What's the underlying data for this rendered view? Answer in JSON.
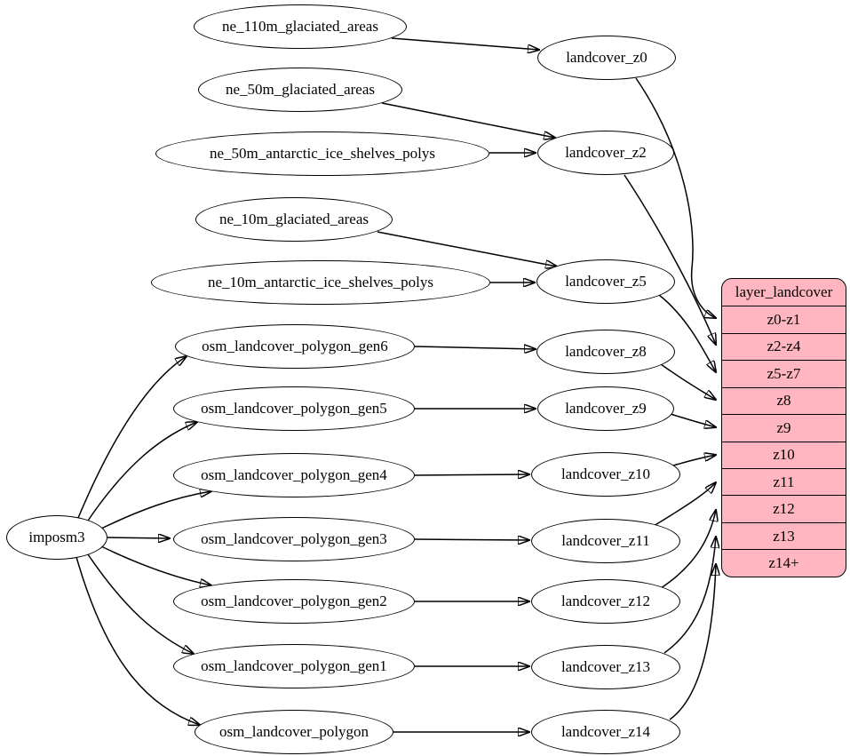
{
  "colors": {
    "background": "#ffffff",
    "node_fill": "#ffffff",
    "node_stroke": "#000000",
    "record_fill": "#ffb6c1",
    "text": "#000000"
  },
  "nodes": {
    "imposm3": {
      "label": "imposm3"
    },
    "ne_110m_glaciated_areas": {
      "label": "ne_110m_glaciated_areas"
    },
    "ne_50m_glaciated_areas": {
      "label": "ne_50m_glaciated_areas"
    },
    "ne_50m_antarctic_ice_shelves_polys": {
      "label": "ne_50m_antarctic_ice_shelves_polys"
    },
    "ne_10m_glaciated_areas": {
      "label": "ne_10m_glaciated_areas"
    },
    "ne_10m_antarctic_ice_shelves_polys": {
      "label": "ne_10m_antarctic_ice_shelves_polys"
    },
    "osm_landcover_polygon_gen6": {
      "label": "osm_landcover_polygon_gen6"
    },
    "osm_landcover_polygon_gen5": {
      "label": "osm_landcover_polygon_gen5"
    },
    "osm_landcover_polygon_gen4": {
      "label": "osm_landcover_polygon_gen4"
    },
    "osm_landcover_polygon_gen3": {
      "label": "osm_landcover_polygon_gen3"
    },
    "osm_landcover_polygon_gen2": {
      "label": "osm_landcover_polygon_gen2"
    },
    "osm_landcover_polygon_gen1": {
      "label": "osm_landcover_polygon_gen1"
    },
    "osm_landcover_polygon": {
      "label": "osm_landcover_polygon"
    },
    "landcover_z0": {
      "label": "landcover_z0"
    },
    "landcover_z2": {
      "label": "landcover_z2"
    },
    "landcover_z5": {
      "label": "landcover_z5"
    },
    "landcover_z8": {
      "label": "landcover_z8"
    },
    "landcover_z9": {
      "label": "landcover_z9"
    },
    "landcover_z10": {
      "label": "landcover_z10"
    },
    "landcover_z11": {
      "label": "landcover_z11"
    },
    "landcover_z12": {
      "label": "landcover_z12"
    },
    "landcover_z13": {
      "label": "landcover_z13"
    },
    "landcover_z14": {
      "label": "landcover_z14"
    }
  },
  "record": {
    "title": "layer_landcover",
    "rows": [
      "z0-z1",
      "z2-z4",
      "z5-z7",
      "z8",
      "z9",
      "z10",
      "z11",
      "z12",
      "z13",
      "z14+"
    ]
  },
  "edges": [
    {
      "from": "ne_110m_glaciated_areas",
      "to": "landcover_z0"
    },
    {
      "from": "ne_50m_glaciated_areas",
      "to": "landcover_z2"
    },
    {
      "from": "ne_50m_antarctic_ice_shelves_polys",
      "to": "landcover_z2"
    },
    {
      "from": "ne_10m_glaciated_areas",
      "to": "landcover_z5"
    },
    {
      "from": "ne_10m_antarctic_ice_shelves_polys",
      "to": "landcover_z5"
    },
    {
      "from": "osm_landcover_polygon_gen6",
      "to": "landcover_z8"
    },
    {
      "from": "osm_landcover_polygon_gen5",
      "to": "landcover_z9"
    },
    {
      "from": "osm_landcover_polygon_gen4",
      "to": "landcover_z10"
    },
    {
      "from": "osm_landcover_polygon_gen3",
      "to": "landcover_z11"
    },
    {
      "from": "osm_landcover_polygon_gen2",
      "to": "landcover_z12"
    },
    {
      "from": "osm_landcover_polygon_gen1",
      "to": "landcover_z13"
    },
    {
      "from": "osm_landcover_polygon",
      "to": "landcover_z14"
    },
    {
      "from": "imposm3",
      "to": "osm_landcover_polygon_gen6"
    },
    {
      "from": "imposm3",
      "to": "osm_landcover_polygon_gen5"
    },
    {
      "from": "imposm3",
      "to": "osm_landcover_polygon_gen4"
    },
    {
      "from": "imposm3",
      "to": "osm_landcover_polygon_gen3"
    },
    {
      "from": "imposm3",
      "to": "osm_landcover_polygon_gen2"
    },
    {
      "from": "imposm3",
      "to": "osm_landcover_polygon_gen1"
    },
    {
      "from": "imposm3",
      "to": "osm_landcover_polygon"
    },
    {
      "from": "landcover_z0",
      "to": "layer_landcover:z0-z1"
    },
    {
      "from": "landcover_z2",
      "to": "layer_landcover:z2-z4"
    },
    {
      "from": "landcover_z5",
      "to": "layer_landcover:z5-z7"
    },
    {
      "from": "landcover_z8",
      "to": "layer_landcover:z8"
    },
    {
      "from": "landcover_z9",
      "to": "layer_landcover:z9"
    },
    {
      "from": "landcover_z10",
      "to": "layer_landcover:z10"
    },
    {
      "from": "landcover_z11",
      "to": "layer_landcover:z11"
    },
    {
      "from": "landcover_z12",
      "to": "layer_landcover:z12"
    },
    {
      "from": "landcover_z13",
      "to": "layer_landcover:z13"
    },
    {
      "from": "landcover_z14",
      "to": "layer_landcover:z14+"
    }
  ]
}
